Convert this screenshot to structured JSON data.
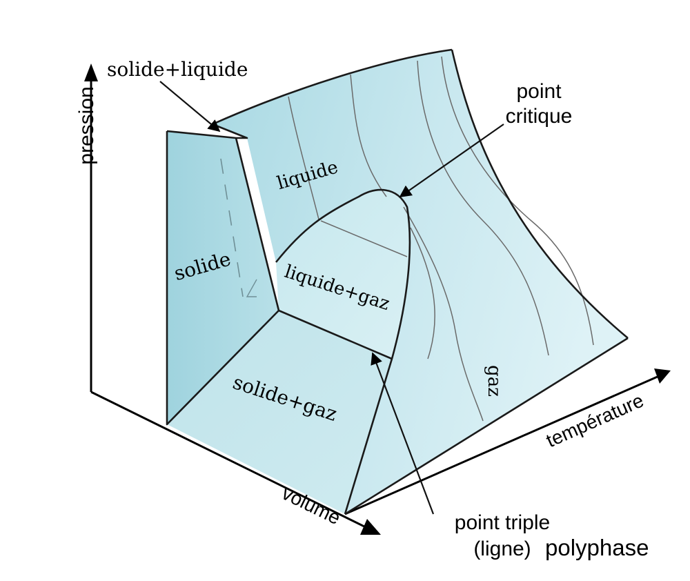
{
  "diagram": {
    "labels": {
      "pressure_axis": "pression",
      "temperature_axis": "température",
      "volume_axis": "volume",
      "solid_liquid": "solide+liquide",
      "liquid": "liquide",
      "solid": "solide",
      "liquid_gas": "liquide+gaz",
      "solid_gas": "solide+gaz",
      "gas": "gaz",
      "critical_point_line1": "point",
      "critical_point_line2": "critique",
      "triple_point_line1": "point triple",
      "triple_point_line2": "(ligne)",
      "polyphase": "polyphase"
    },
    "colors": {
      "surface_light": "#d6eef3",
      "surface_mid": "#c3e5ec",
      "surface_dark": "#a6d7e1",
      "edge": "#1a1a1a",
      "isotherm": "#6a6a6a"
    }
  }
}
